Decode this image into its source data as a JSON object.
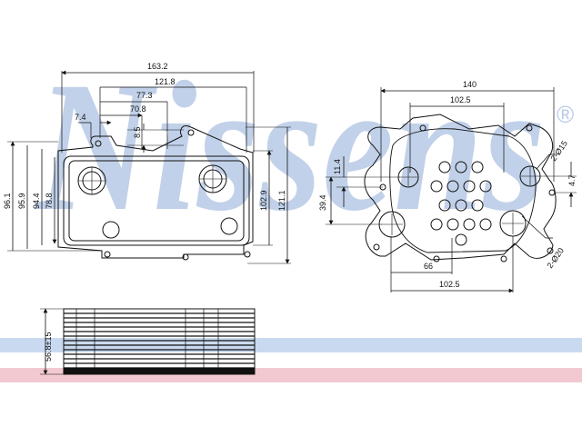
{
  "brand": {
    "watermark": "Nissens",
    "registered_mark": "®",
    "watermark_color": "#b7c9e6",
    "band_color": "#c9daf0",
    "band_pink": "#f2c9d1"
  },
  "colors": {
    "line": "#111111",
    "paper": "#ffffff"
  },
  "front_view": {
    "dims": {
      "overall_width": "163.2",
      "ports_outer": "121.8",
      "ports_center": "77.3",
      "ports_inner": "70.8",
      "flange_offset": "7.4",
      "tab_height": "8.5",
      "height_96_1": "96.1",
      "height_95_9": "95.9",
      "height_94_4": "94.4",
      "height_78_8": "78.8",
      "height_102_9": "102.9",
      "height_121_1": "121.1"
    }
  },
  "right_view": {
    "dims": {
      "width_140": "140",
      "width_102_5_top": "102.5",
      "width_102_5_bottom": "102.5",
      "width_66": "66",
      "height_39_4": "39.4",
      "height_11_4": "11.4",
      "height_4_7": "4.7",
      "hole_small": "2-Ø15",
      "hole_large": "2-Ø20"
    }
  },
  "side_view": {
    "dims": {
      "stack_height": "56.8±15"
    }
  }
}
